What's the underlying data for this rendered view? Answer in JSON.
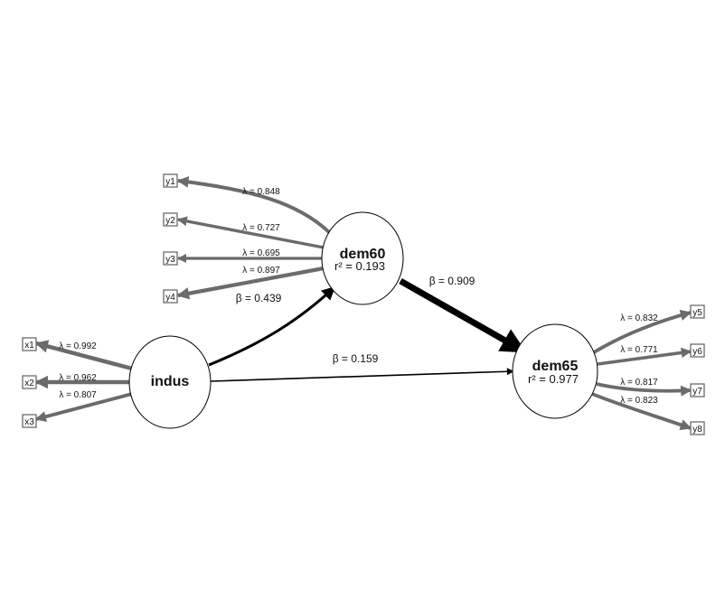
{
  "latents": {
    "indus": {
      "name": "indus"
    },
    "dem60": {
      "name": "dem60",
      "r2": "r² = 0.193"
    },
    "dem65": {
      "name": "dem65",
      "r2": "r² = 0.977"
    }
  },
  "indicators": {
    "x1": "x1",
    "x2": "x2",
    "x3": "x3",
    "y1": "y1",
    "y2": "y2",
    "y3": "y3",
    "y4": "y4",
    "y5": "y5",
    "y6": "y6",
    "y7": "y7",
    "y8": "y8"
  },
  "loadings": {
    "x1": "λ = 0.992",
    "x2": "λ = 0.962",
    "x3": "λ = 0.807",
    "y1": "λ = 0.848",
    "y2": "λ = 0.727",
    "y3": "λ = 0.695",
    "y4": "λ = 0.897",
    "y5": "λ = 0.832",
    "y6": "λ = 0.771",
    "y7": "λ = 0.817",
    "y8": "λ = 0.823"
  },
  "paths": {
    "indus_dem60": "β = 0.439",
    "indus_dem65": "β = 0.159",
    "dem60_dem65": "β = 0.909"
  },
  "colors": {
    "loading_edge": "#6b6b6b",
    "path_edge": "#000000",
    "node_stroke": "#000000",
    "indicator_stroke": "#6b6b6b"
  }
}
